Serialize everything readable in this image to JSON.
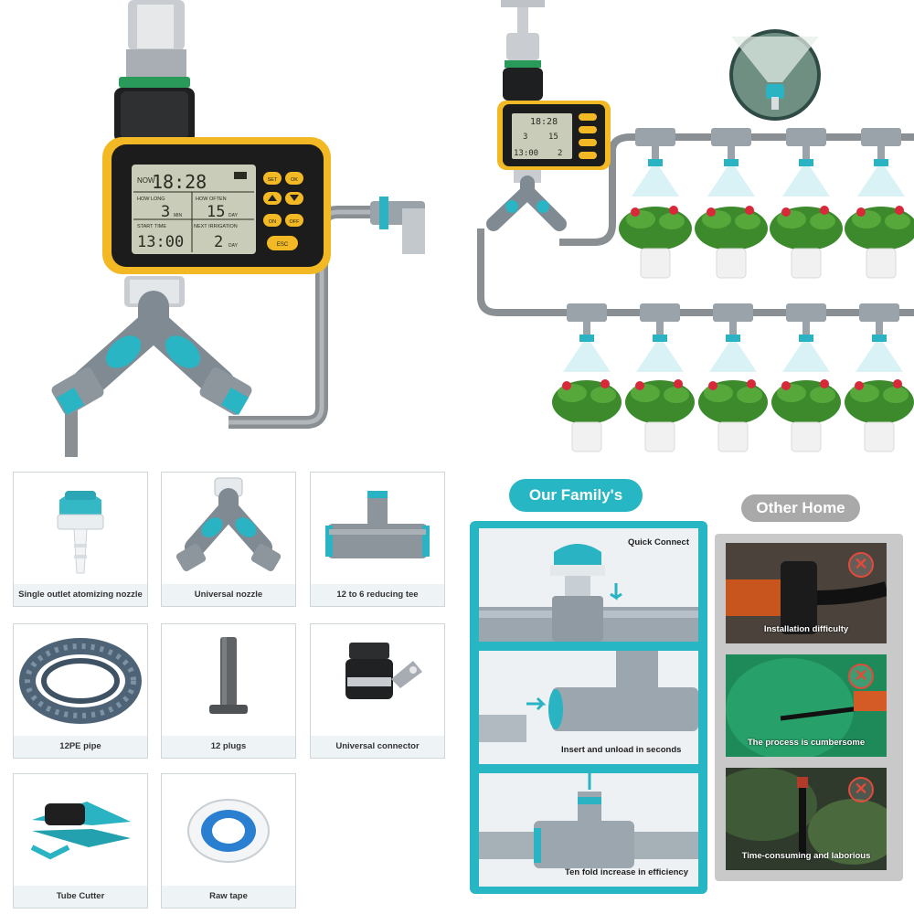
{
  "timer": {
    "now_label": "NOW",
    "clock": "18:28",
    "how_long_label": "HOW LONG",
    "how_long_value": "3",
    "how_long_unit": "MIN",
    "how_often_label": "HOW OFTEN",
    "how_often_value": "15",
    "how_often_unit": "DAY",
    "start_time_label": "START   TIME",
    "start_time_value": "13:00",
    "next_irrigation_label": "NEXT  IRRIGATION",
    "next_irrigation_value": "2",
    "next_irrigation_unit": "DAY",
    "buttons": {
      "set": "SET",
      "ok": "OK",
      "on": "ON",
      "off": "OFF",
      "esc": "ESC"
    }
  },
  "system": {
    "mini_clock": "18:28",
    "mini_how_long": "3",
    "mini_how_often": "15",
    "mini_start": "13:00",
    "mini_next": "2"
  },
  "parts": [
    {
      "label": "Single outlet atomizing nozzle",
      "icon": "atomizing-nozzle-icon"
    },
    {
      "label": "Universal nozzle",
      "icon": "y-splitter-icon"
    },
    {
      "label": "12 to 6 reducing tee",
      "icon": "reducing-tee-icon"
    },
    {
      "label": "12PE pipe",
      "icon": "pipe-coil-icon"
    },
    {
      "label": "12 plugs",
      "icon": "plug-icon"
    },
    {
      "label": "Universal connector",
      "icon": "universal-connector-icon"
    },
    {
      "label": "Tube Cutter",
      "icon": "tube-cutter-icon"
    },
    {
      "label": "Raw tape",
      "icon": "raw-tape-icon"
    }
  ],
  "comparison": {
    "ours_title": "Our Family's",
    "other_title": "Other Home",
    "ours": [
      {
        "caption": "Quick Connect"
      },
      {
        "caption": "Insert and unload in seconds"
      },
      {
        "caption": "Ten fold increase in efficiency"
      }
    ],
    "other": [
      {
        "caption": "Installation difficulty"
      },
      {
        "caption": "The process is cumbersome"
      },
      {
        "caption": "Time-consuming and laborious"
      }
    ],
    "x_mark": "✕"
  },
  "colors": {
    "accent_teal": "#27b6c4",
    "housing_yellow": "#f2b924",
    "pipe_gray": "#8a8f94",
    "fitting_gray": "#9aa3aa",
    "lcd_bg": "#c9ccb8"
  }
}
